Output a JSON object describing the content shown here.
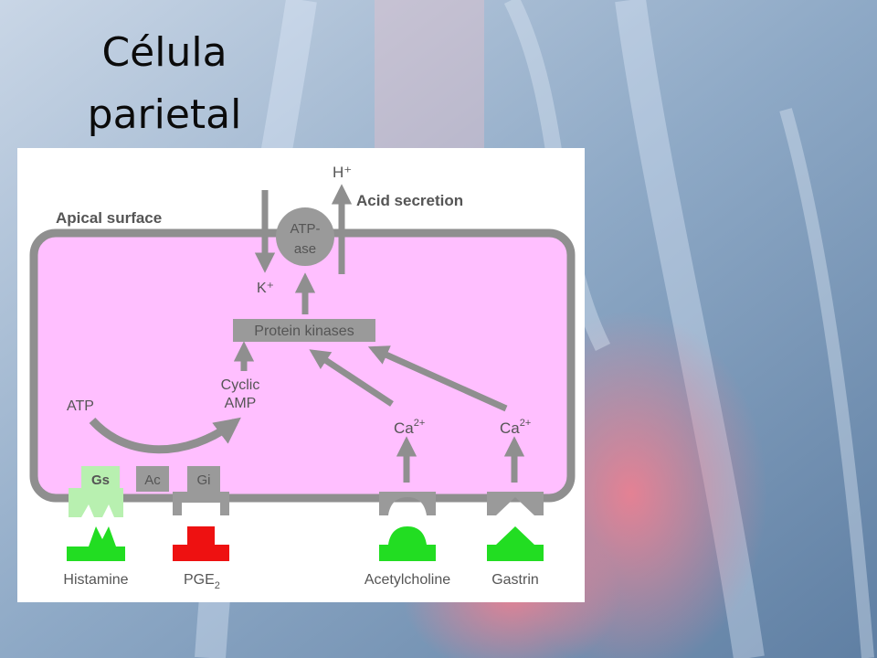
{
  "slide": {
    "title_line1": "Célula",
    "title_line2": "parietal"
  },
  "diagram": {
    "apical_surface": "Apical surface",
    "h_ion": "H⁺",
    "acid_secretion": "Acid secretion",
    "atpase_line1": "ATP-",
    "atpase_line2": "ase",
    "k_ion": "K⁺",
    "protein_kinases": "Protein kinases",
    "cyclic_amp_line1": "Cyclic",
    "cyclic_amp_line2": "AMP",
    "atp": "ATP",
    "ca_left": "Ca",
    "ca_right": "Ca",
    "ca_charge": "2+",
    "gs": "Gs",
    "ac": "Ac",
    "gi": "Gi",
    "ligands": {
      "histamine": "Histamine",
      "pge": "PGE",
      "pge_sub": "2",
      "acetylcholine": "Acetylcholine",
      "gastrin": "Gastrin"
    },
    "colors": {
      "cytoplasm": "#ffbfff",
      "membrane": "#8f8f8f",
      "stimulatory_ligand": "#22dd22",
      "inhibitory_ligand": "#ee1111",
      "gs_protein": "#b8f0b0"
    }
  }
}
